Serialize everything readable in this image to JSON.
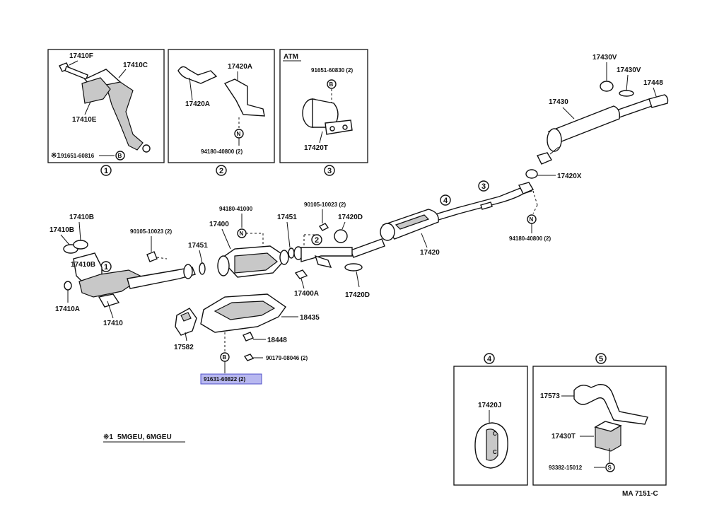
{
  "panel1": {
    "part_a": "17410F",
    "part_b": "17410C",
    "part_c": "17410E",
    "note_mark": "※1",
    "note_part": "91651-60816",
    "callout": "B",
    "index": "1"
  },
  "panel2": {
    "part_a": "17420A",
    "part_b": "17420A",
    "callout": "N",
    "part_c": "94180-40800 (2)",
    "index": "2"
  },
  "panel3": {
    "title": "ATM",
    "part_a": "91651-60830 (2)",
    "callout": "B",
    "part_b": "17420T",
    "index": "3"
  },
  "main": {
    "p17430V_a": "17430V",
    "p17430V_b": "17430V",
    "p17448": "17448",
    "p17430": "17430",
    "p17420X": "17420X",
    "p94180_40800": "94180-40800 (2)",
    "callout_n": "N",
    "idx4": "4",
    "idx3": "3",
    "p17420": "17420",
    "p90105_a": "90105-10023 (2)",
    "p17420D_a": "17420D",
    "p17451_a": "17451",
    "idx2": "2",
    "p94180_41000": "94180-41000",
    "p17400": "17400",
    "p17451_b": "17451",
    "p17400A": "17400A",
    "p17420D_b": "17420D",
    "p17410B_a": "17410B",
    "p17410B_b": "17410B",
    "p90105_b": "90105-10023 (2)",
    "idx1": "1",
    "p17410B_c": "17410B",
    "p17410A": "17410A",
    "p17410": "17410",
    "p18435": "18435",
    "p18448": "18448",
    "p17582": "17582",
    "callout_b": "B",
    "p90179": "90179-08046 (2)",
    "highlight": "91631-60822 (2)"
  },
  "note": {
    "mark": "※1",
    "text": "5MGEU, 6MGEU"
  },
  "panel4": {
    "index": "4",
    "part": "17420J",
    "mark": "C"
  },
  "panel5": {
    "index": "5",
    "p17573": "17573",
    "p17430T": "17430T",
    "p93382": "93382-15012",
    "callout": "S"
  },
  "footer": {
    "code": "MA 7151-C"
  }
}
